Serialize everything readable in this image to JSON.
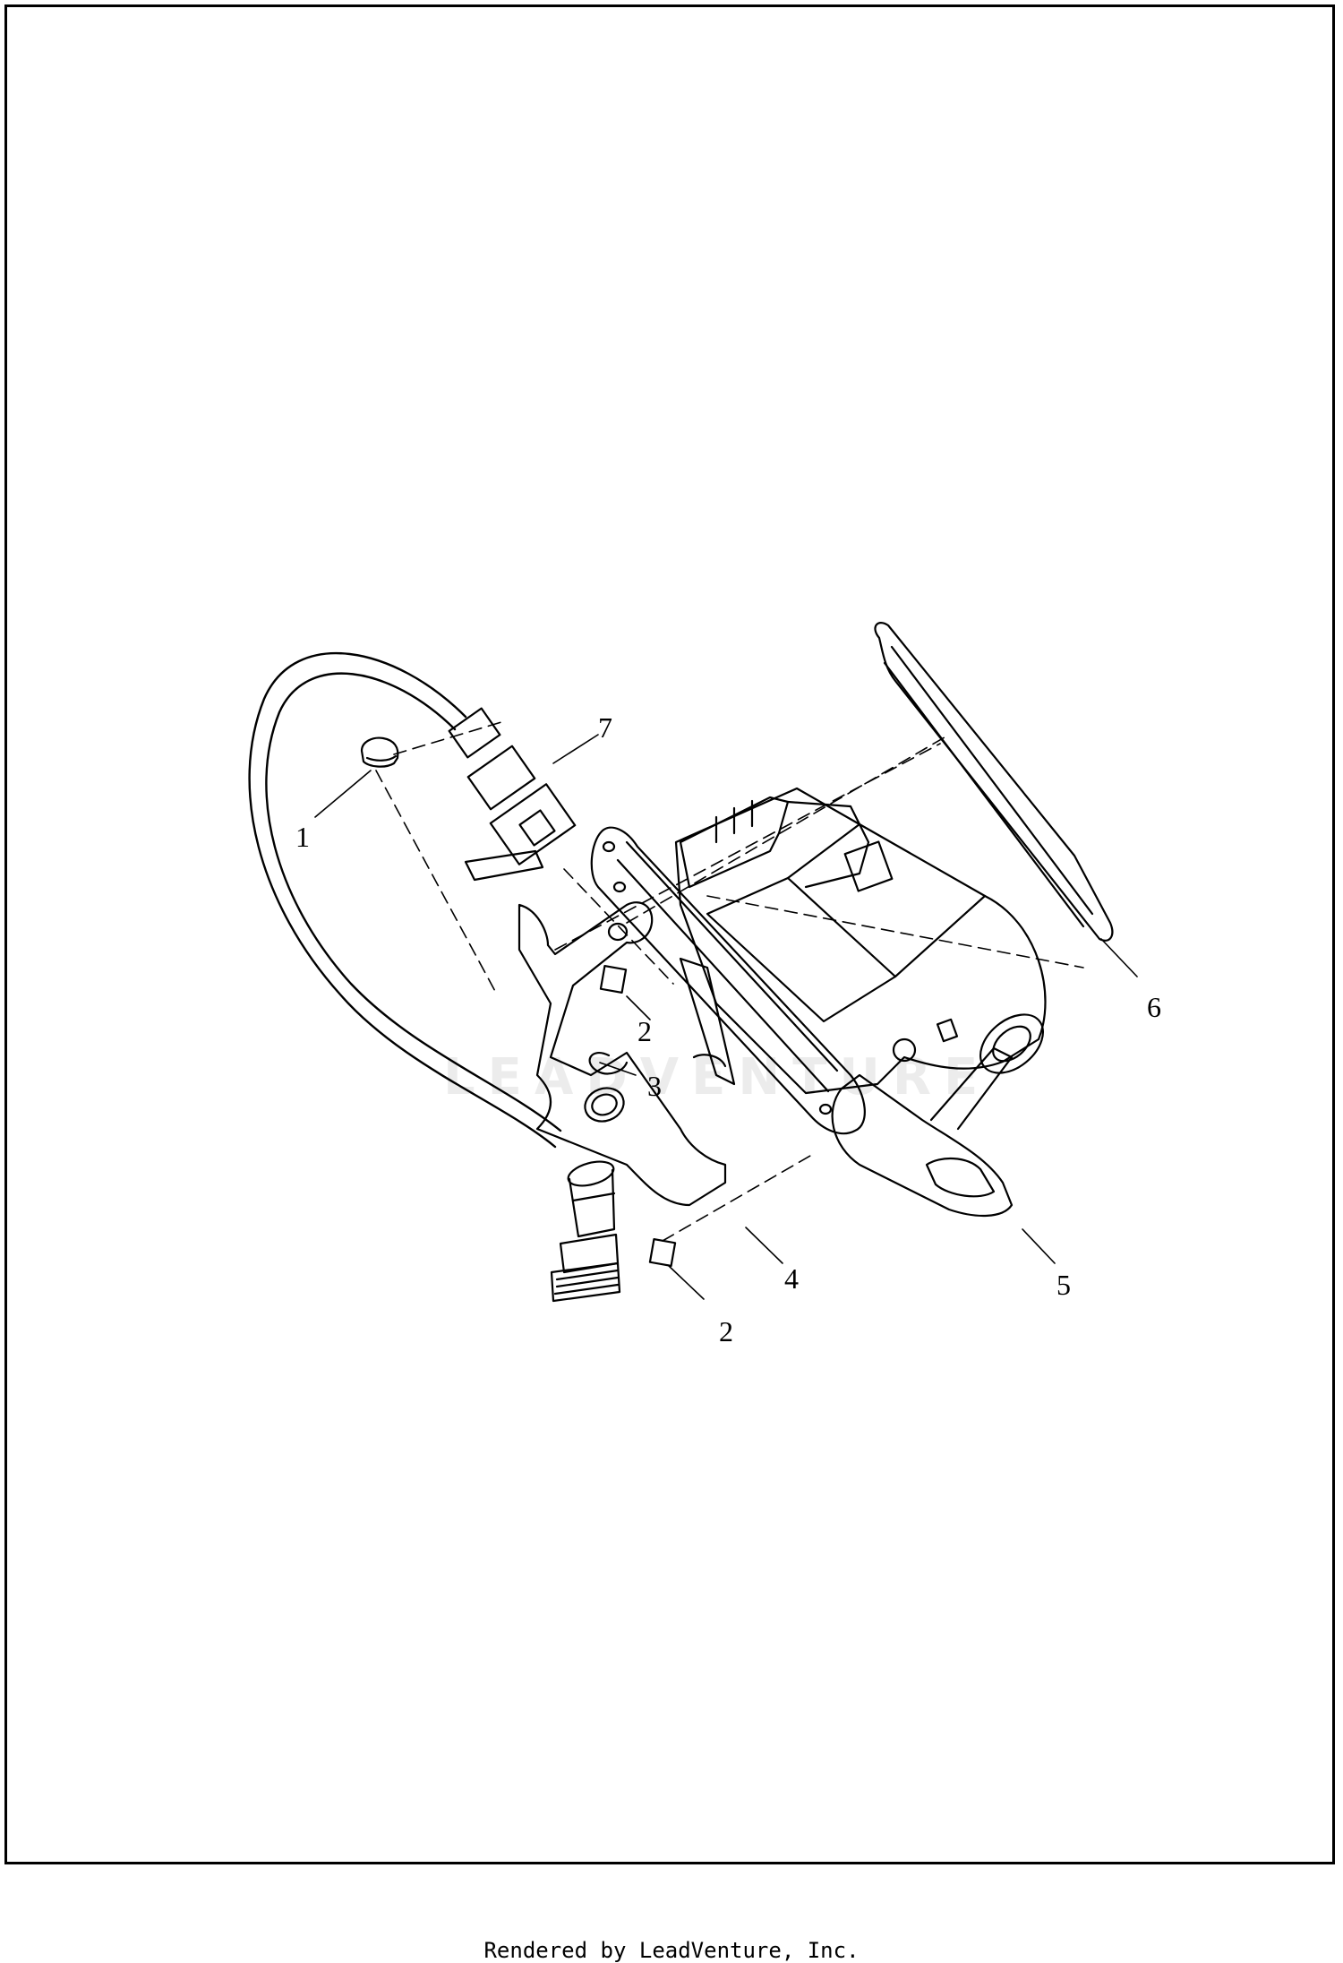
{
  "diagram": {
    "callouts": [
      {
        "id": "1",
        "label": "1"
      },
      {
        "id": "2a",
        "label": "2"
      },
      {
        "id": "2b",
        "label": "2"
      },
      {
        "id": "3",
        "label": "3"
      },
      {
        "id": "4",
        "label": "4"
      },
      {
        "id": "5",
        "label": "5"
      },
      {
        "id": "6",
        "label": "6"
      },
      {
        "id": "7",
        "label": "7"
      }
    ],
    "watermark": "LEADVENTURE"
  },
  "footer": {
    "text": "Rendered by LeadVenture, Inc."
  }
}
